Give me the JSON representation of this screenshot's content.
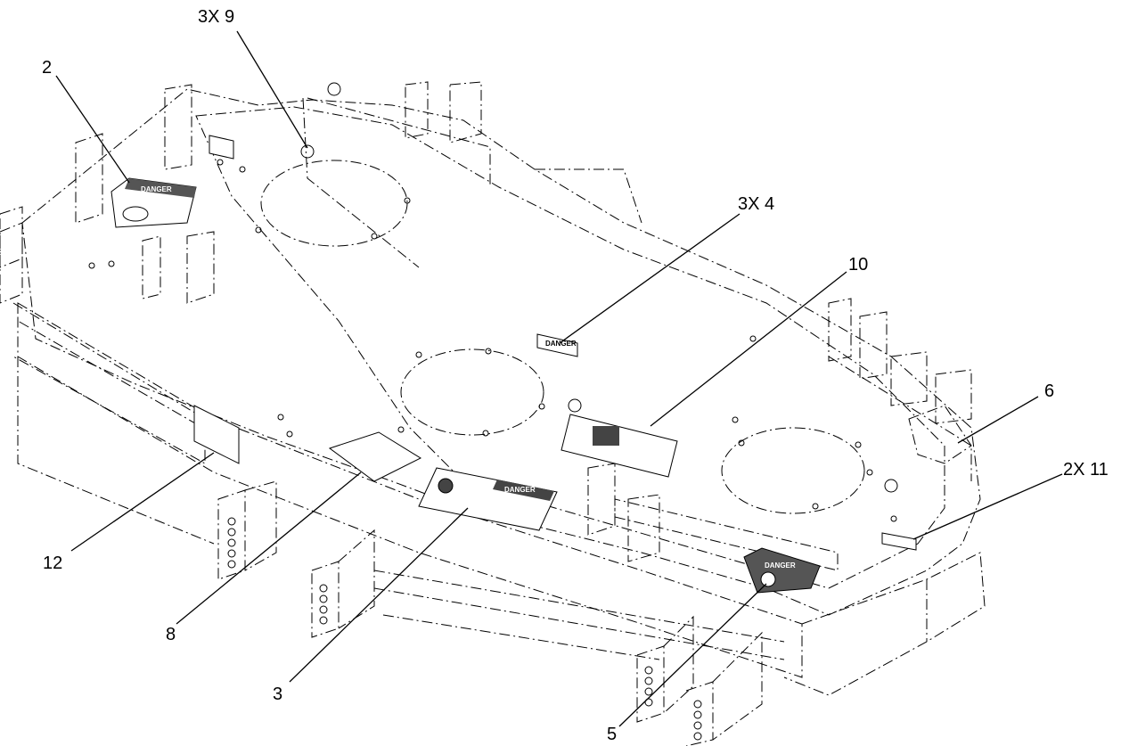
{
  "callouts": [
    {
      "id": "c-3x9",
      "label": "3X 9"
    },
    {
      "id": "c-2",
      "label": "2"
    },
    {
      "id": "c-3x4",
      "label": "3X 4"
    },
    {
      "id": "c-10",
      "label": "10"
    },
    {
      "id": "c-6",
      "label": "6"
    },
    {
      "id": "c-2x11",
      "label": "2X 11"
    },
    {
      "id": "c-12",
      "label": "12"
    },
    {
      "id": "c-8",
      "label": "8"
    },
    {
      "id": "c-3",
      "label": "3"
    },
    {
      "id": "c-5",
      "label": "5"
    }
  ],
  "decals": {
    "danger_word": "DANGER"
  }
}
